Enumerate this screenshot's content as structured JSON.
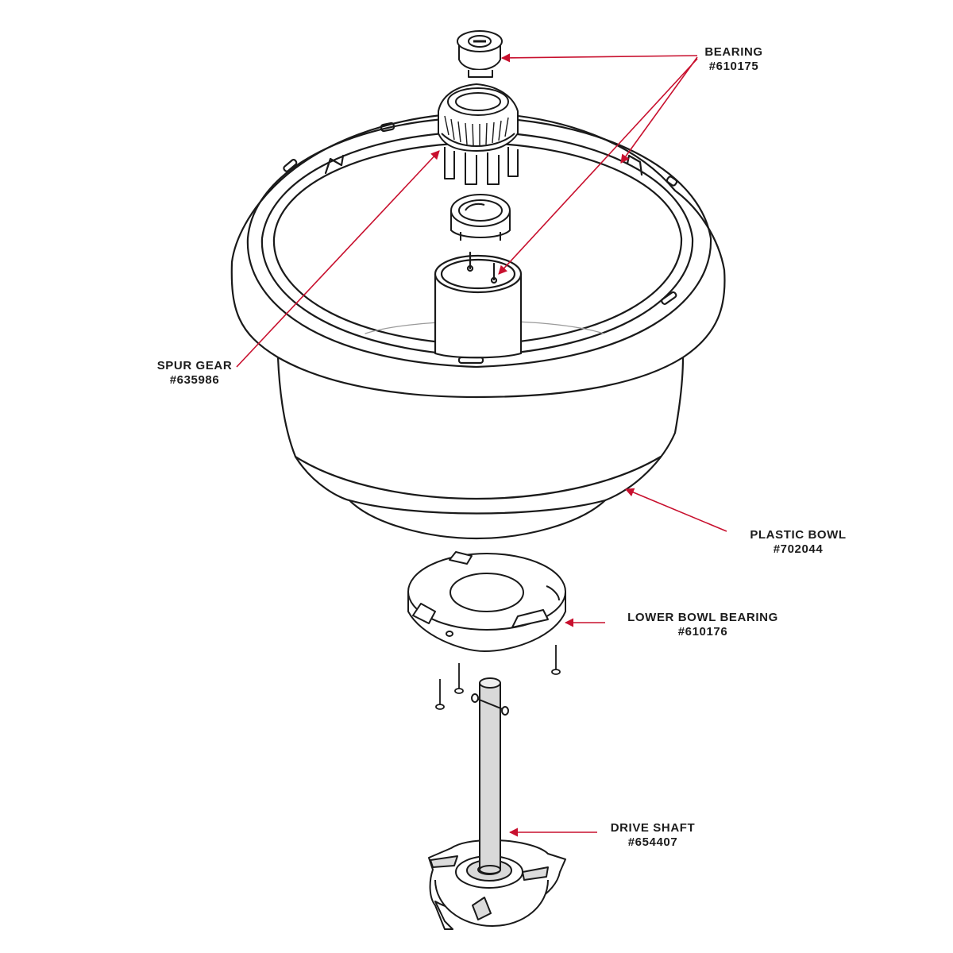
{
  "colors": {
    "outline": "#1a1a1a",
    "leader": "#c8102e",
    "shaft_fill": "#d9d9d9",
    "background": "#ffffff"
  },
  "parts": [
    {
      "id": "bearing",
      "name": "BEARING",
      "number": "#610175"
    },
    {
      "id": "spur_gear",
      "name": "SPUR GEAR",
      "number": "#635986"
    },
    {
      "id": "plastic_bowl",
      "name": "PLASTIC BOWL",
      "number": "#702044"
    },
    {
      "id": "lower_bowl_bearing",
      "name": "LOWER BOWL BEARING",
      "number": "#610176"
    },
    {
      "id": "drive_shaft",
      "name": "DRIVE SHAFT",
      "number": "#654407"
    }
  ]
}
